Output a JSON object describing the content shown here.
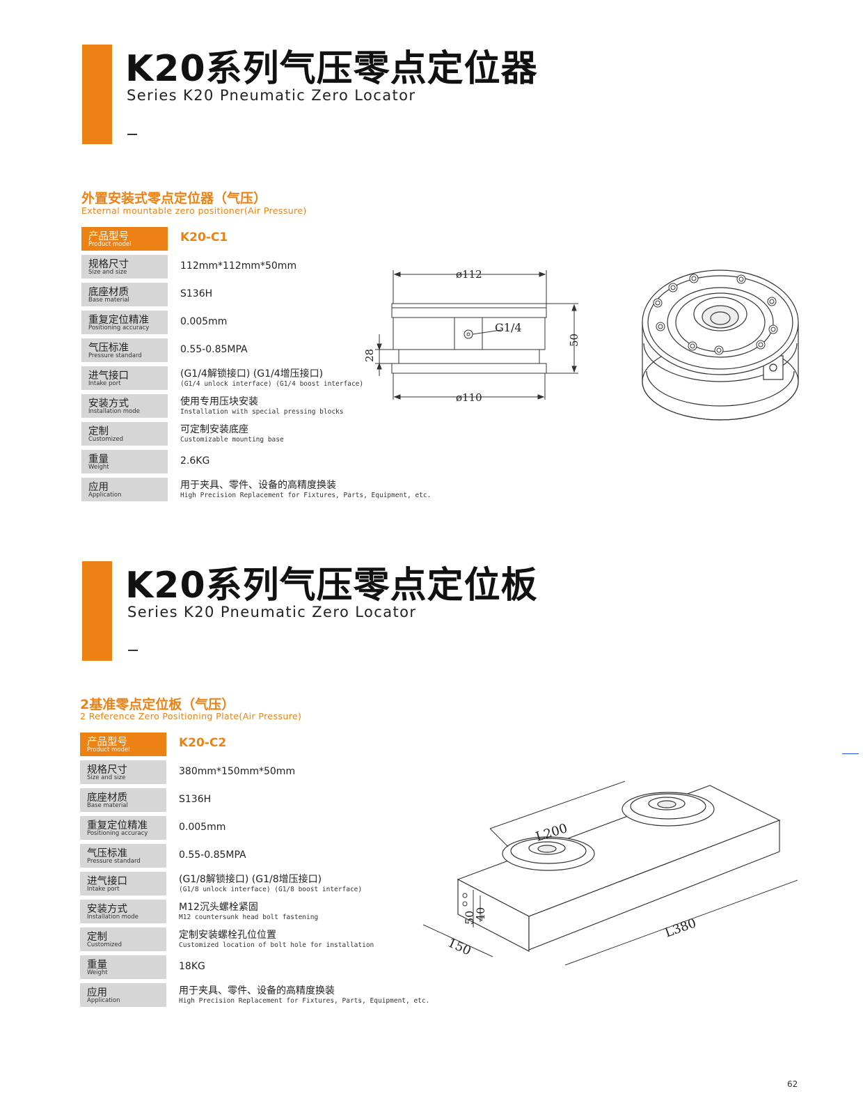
{
  "section1": {
    "title": "K20系列气压零点定位器",
    "subtitle": "Series K20 Pneumatic Zero Locator",
    "product_cn": "外置安装式零点定位器（气压）",
    "product_en": "External mountable zero positioner(Air Pressure)",
    "model": "K20-C1",
    "specs": [
      {
        "label_cn": "规格尺寸",
        "label_en": "Size and size",
        "value": "112mm*112mm*50mm",
        "value_en": ""
      },
      {
        "label_cn": "底座材质",
        "label_en": "Base material",
        "value": "S136H",
        "value_en": ""
      },
      {
        "label_cn": "重复定位精准",
        "label_en": "Positioning accuracy",
        "value": "0.005mm",
        "value_en": ""
      },
      {
        "label_cn": "气压标准",
        "label_en": "Pressure standard",
        "value": "0.55-0.85MPA",
        "value_en": ""
      },
      {
        "label_cn": "进气接口",
        "label_en": "Intake port",
        "value": "(G1/4解锁接口)  (G1/4增压接口)",
        "value_en": "(G1/4 unlock interface) (G1/4 boost interface)"
      },
      {
        "label_cn": "安装方式",
        "label_en": "Installation mode",
        "value": "使用专用压块安装",
        "value_en": "Installation with special pressing blocks"
      },
      {
        "label_cn": "定制",
        "label_en": "Customized",
        "value": "可定制安装底座",
        "value_en": "Customizable mounting base"
      },
      {
        "label_cn": "重量",
        "label_en": "Weight",
        "value": "2.6KG",
        "value_en": ""
      },
      {
        "label_cn": "应用",
        "label_en": "Application",
        "value": "用于夹具、零件、设备的高精度换装",
        "value_en": "High Precision Replacement for Fixtures, Parts, Equipment, etc."
      }
    ],
    "drawing": {
      "d_top": "ø112",
      "d_bottom": "ø110",
      "port": "G1/4",
      "h_total": "50",
      "h_part": "28"
    }
  },
  "section2": {
    "title": "K20系列气压零点定位板",
    "subtitle": "Series K20 Pneumatic Zero Locator",
    "product_cn": "2基准零点定位板（气压）",
    "product_en": "2 Reference Zero Positioning Plate(Air Pressure)",
    "model": "K20-C2",
    "specs": [
      {
        "label_cn": "规格尺寸",
        "label_en": "Size and size",
        "value": "380mm*150mm*50mm",
        "value_en": ""
      },
      {
        "label_cn": "底座材质",
        "label_en": "Base material",
        "value": "S136H",
        "value_en": ""
      },
      {
        "label_cn": "重复定位精准",
        "label_en": "Positioning accuracy",
        "value": "0.005mm",
        "value_en": ""
      },
      {
        "label_cn": "气压标准",
        "label_en": "Pressure standard",
        "value": "0.55-0.85MPA",
        "value_en": ""
      },
      {
        "label_cn": "进气接口",
        "label_en": "Intake port",
        "value": "(G1/8解锁接口)  (G1/8增压接口)",
        "value_en": "(G1/8 unlock interface) (G1/8 boost interface)"
      },
      {
        "label_cn": "安装方式",
        "label_en": "Installation mode",
        "value": "M12沉头螺栓紧固",
        "value_en": "M12 countersunk head bolt fastening"
      },
      {
        "label_cn": "定制",
        "label_en": "Customized",
        "value": "定制安装螺栓孔位位置",
        "value_en": "Customized location of bolt hole for installation"
      },
      {
        "label_cn": "重量",
        "label_en": "Weight",
        "value": "18KG",
        "value_en": ""
      },
      {
        "label_cn": "应用",
        "label_en": "Application",
        "value": "用于夹具、零件、设备的高精度换装",
        "value_en": "High Precision Replacement for Fixtures, Parts, Equipment, etc."
      }
    ],
    "drawing": {
      "l_spacing": "L200",
      "l_total": "L380",
      "width": "150",
      "h_total": "50",
      "h_part": "40"
    }
  },
  "page_number": "62",
  "colors": {
    "accent": "#ec8213",
    "label_bg": "#d6d6d6"
  }
}
